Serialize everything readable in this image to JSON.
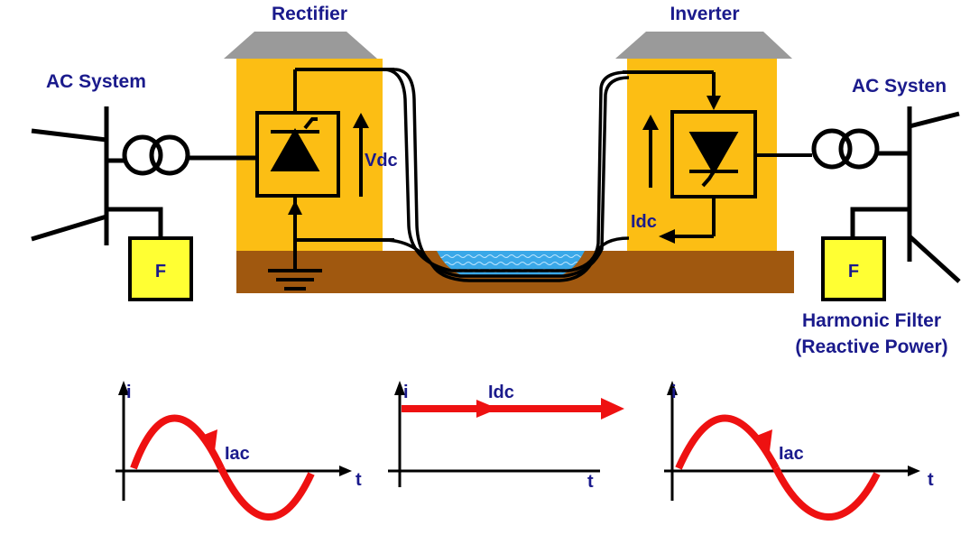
{
  "labels": {
    "rectifier": "Rectifier",
    "inverter": "Inverter",
    "ac_system_left": "AC System",
    "ac_system_right": "AC Systen",
    "vdc": "Vdc",
    "idc_cable": "Idc",
    "harmonic_filter_line1": "Harmonic Filter",
    "harmonic_filter_line2": "(Reactive Power)"
  },
  "filter_boxes": {
    "left": "F",
    "right": "F"
  },
  "waveforms": {
    "left": {
      "y_axis": "i",
      "x_axis": "t",
      "label": "Iac"
    },
    "middle": {
      "y_axis": "i",
      "x_axis": "t",
      "label": "Idc"
    },
    "right": {
      "y_axis": "i",
      "x_axis": "t",
      "label": "Iac"
    }
  },
  "colors": {
    "building": "#FCBE14",
    "building_edge": "#d9a10f",
    "roof": "#9a9a9a",
    "ground": "#A0580F",
    "water": "#3aa8e8",
    "filter_box": "#ffff33",
    "text": "#1a1a8c",
    "waveform": "#ee1111",
    "waveform_dark": "#c03a6a"
  }
}
